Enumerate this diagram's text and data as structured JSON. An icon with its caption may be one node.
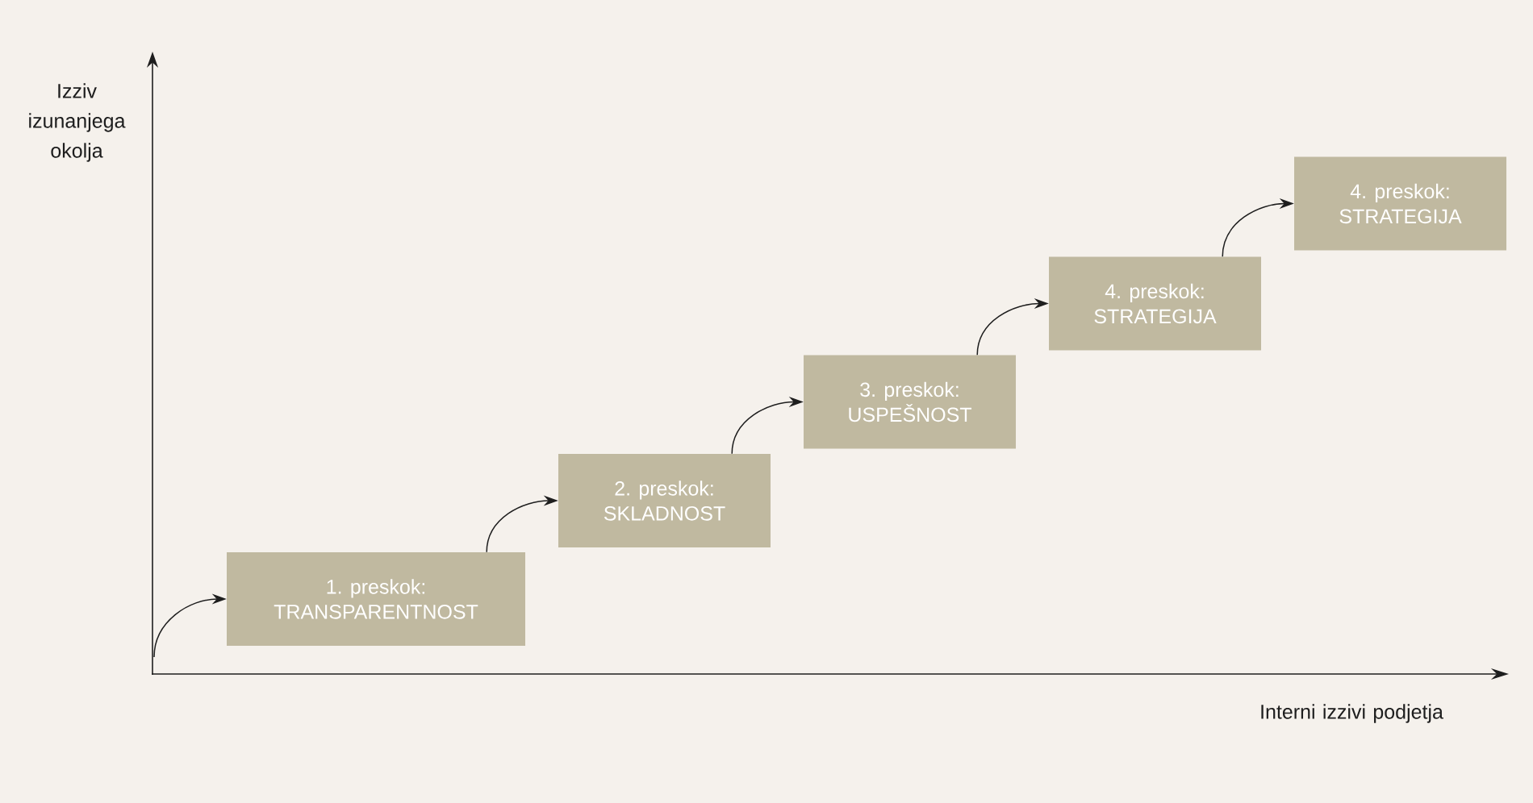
{
  "diagram": {
    "nodes": [
      {
        "text": [
          "1. preskok:",
          "TRANSPARENTNOST"
        ]
      },
      {
        "text": [
          "2. preskok:",
          "SKLADNOST"
        ]
      },
      {
        "text": [
          "3. preskok:",
          "USPEŠNOST"
        ]
      },
      {
        "text": [
          "4. preskok:",
          "STRATEGIJA"
        ]
      },
      {
        "text": [
          "4. preskok:",
          "STRATEGIJA"
        ]
      }
    ],
    "edges": [
      {
        "from": null,
        "to": 0,
        "arrow": "to"
      },
      {
        "from": 0,
        "to": 1,
        "arrow": "to"
      },
      {
        "from": 1,
        "to": 2,
        "arrow": "to"
      },
      {
        "from": 2,
        "to": 3,
        "arrow": "to"
      },
      {
        "from": 3,
        "to": 4,
        "arrow": "to"
      }
    ],
    "labels": [
      "Izziv izunanjega okolja",
      "Interni izzivi podjetja"
    ]
  }
}
